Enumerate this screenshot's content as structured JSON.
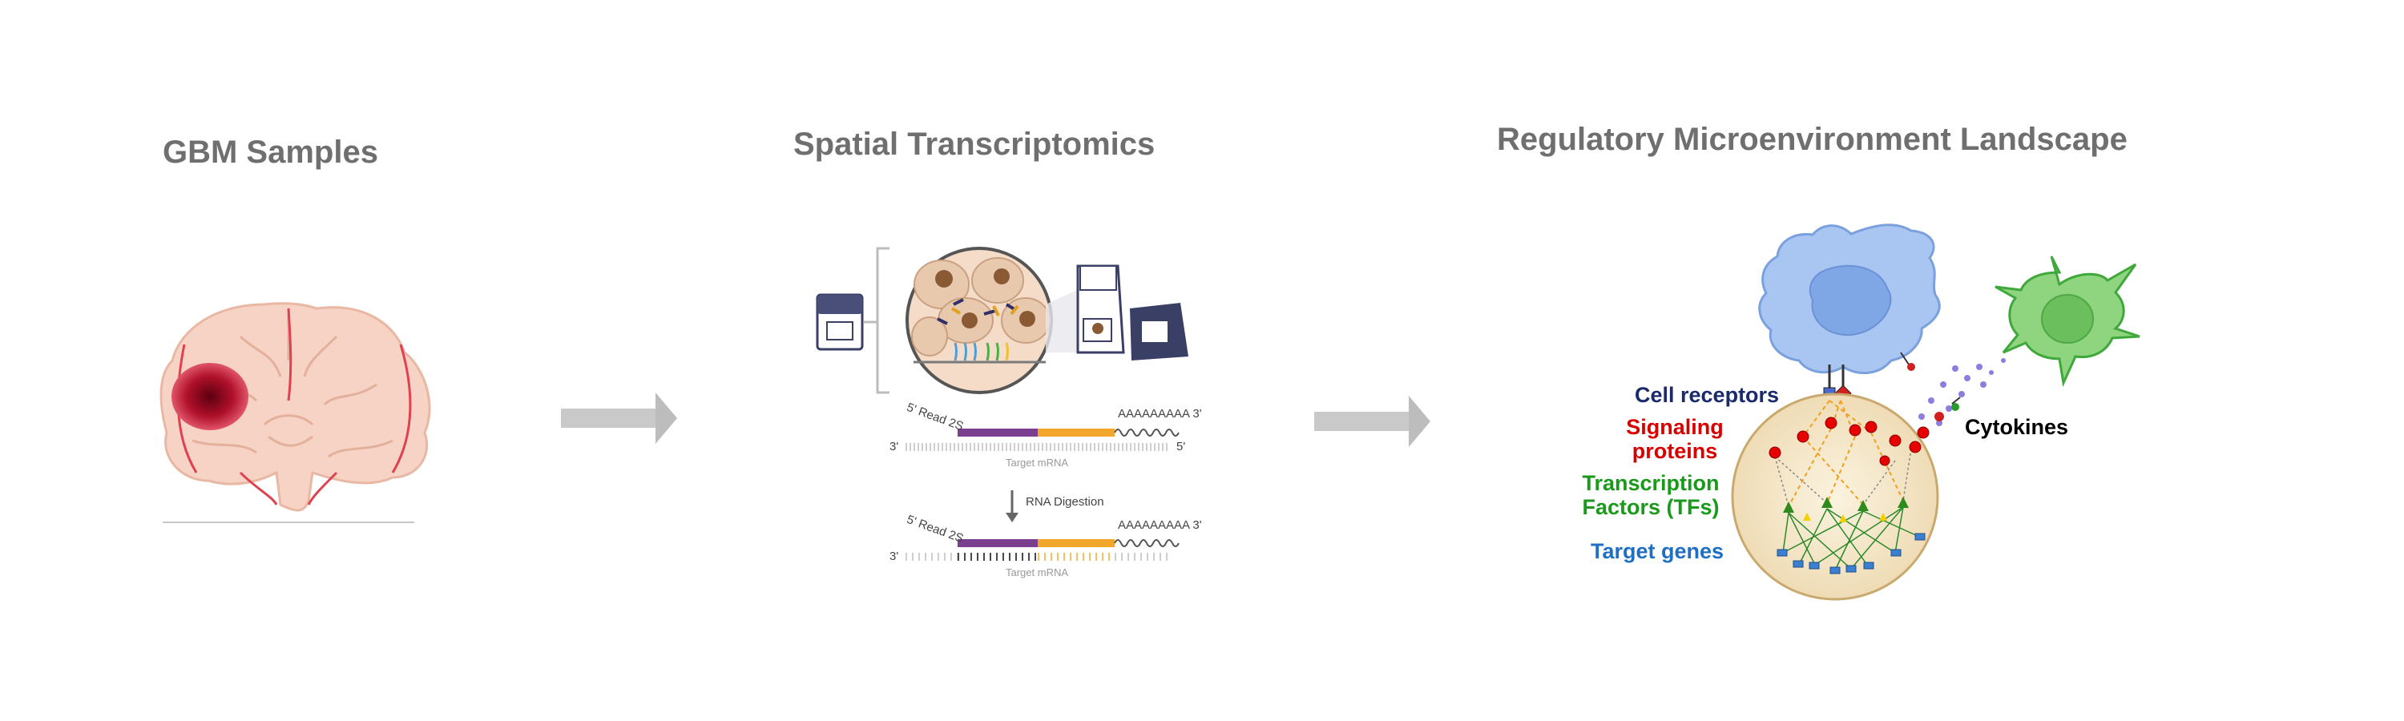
{
  "panels": {
    "gbm": {
      "title": "GBM Samples"
    },
    "spatial": {
      "title": "Spatial Transcriptomics",
      "read_label": "5' Read 2S",
      "poly_a": "AAAAAAAAA 3'",
      "three_prime": "3'",
      "five_prime": "5'",
      "target_label": "Target mRNA",
      "digestion_label": "RNA Digestion"
    },
    "landscape": {
      "title": "Regulatory Microenvironment Landscape",
      "labels": {
        "cell_receptors": "Cell receptors",
        "signaling_proteins": "Signaling proteins",
        "transcription_factors": "Transcription Factors (TFs)",
        "target_genes": "Target genes",
        "cytokines": "Cytokines"
      }
    }
  },
  "colors": {
    "title_gray": "#6f6f6f",
    "arrow_gray": "#bdbdbd",
    "receptor_navy": "#1a2a6c",
    "signaling_red": "#d90000",
    "tf_green": "#1a9a1a",
    "target_blue": "#1f6fc4",
    "cytokine_black": "#000000",
    "probe_purple": "#7b3f8f",
    "probe_orange": "#f2a72c",
    "tumor_red": "#b0102a",
    "tissue_pink": "#f6d3c4"
  },
  "icons": [
    "brain-icon",
    "tumor-icon",
    "slide-icon",
    "cell-magnifier-icon",
    "instrument-icon",
    "arrow-right-icon",
    "arrow-down-icon",
    "immune-cell-icon",
    "dendritic-cell-icon",
    "nucleus-icon"
  ]
}
